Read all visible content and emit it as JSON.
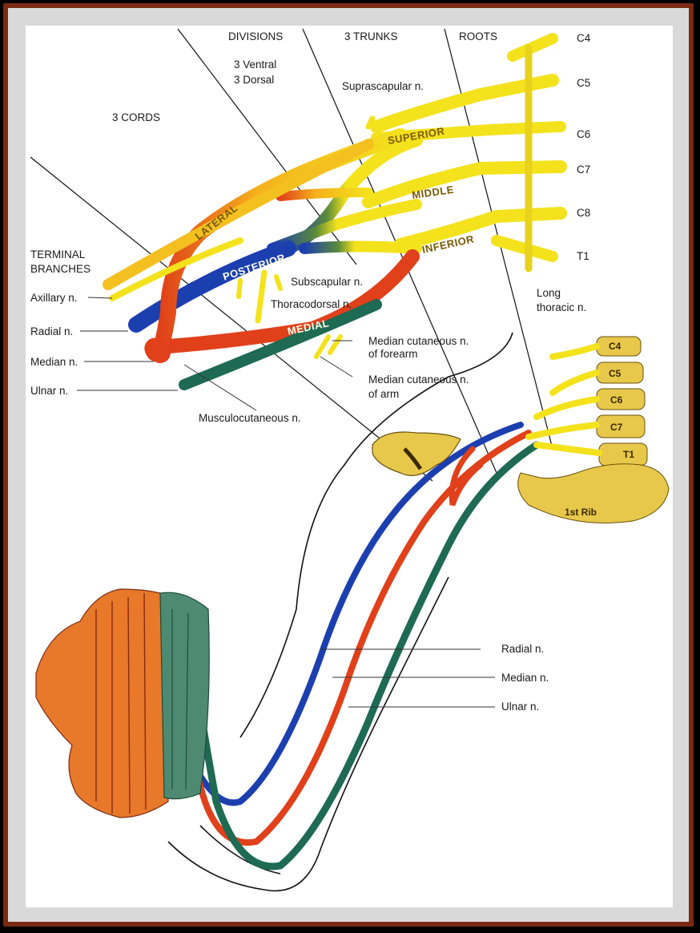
{
  "header": {
    "divisions": "DIVISIONS",
    "trunks": "3 TRUNKS",
    "roots": "ROOTS",
    "ventral": "3 Ventral",
    "dorsal": "3 Dorsal",
    "cords": "3 CORDS",
    "terminal_1": "TERMINAL",
    "terminal_2": "BRANCHES"
  },
  "roots": [
    "C4",
    "C5",
    "C6",
    "C7",
    "C8",
    "T1"
  ],
  "trunk_labels": {
    "superior": "SUPERIOR",
    "middle": "MIDDLE",
    "inferior": "INFERIOR"
  },
  "cord_labels": {
    "lateral": "LATERAL",
    "posterior": "POSTERIOR",
    "medial": "MEDIAL"
  },
  "branch_labels": {
    "suprascapular": "Suprascapular n.",
    "subscapular": "Subscapular n.",
    "thoracodorsal": "Thoracodorsal n.",
    "long_thoracic_1": "Long",
    "long_thoracic_2": "thoracic n.",
    "median_cut_forearm_1": "Median cutaneous n.",
    "median_cut_forearm_2": "of forearm",
    "median_cut_arm_1": "Median cutaneous n.",
    "median_cut_arm_2": "of arm",
    "musculocutaneous": "Musculocutaneous n."
  },
  "terminal_branches": {
    "axillary": "Axillary n.",
    "radial": "Radial n.",
    "median": "Median n.",
    "ulnar": "Ulnar n."
  },
  "vertebrae": [
    "C4",
    "C5",
    "C6",
    "C7",
    "T1"
  ],
  "rib": "1st Rib",
  "arm_labels": {
    "radial": "Radial n.",
    "median": "Median n.",
    "ulnar": "Ulnar n."
  },
  "colors": {
    "frame": "#7a2a12",
    "roots_yellow": "#f4e21c",
    "posterior_blue": "#1c3fb0",
    "lateral_red": "#e0401a",
    "medial_green": "#1e6a52",
    "hand_orange": "#e8782a",
    "bone": "#e8c84a"
  }
}
